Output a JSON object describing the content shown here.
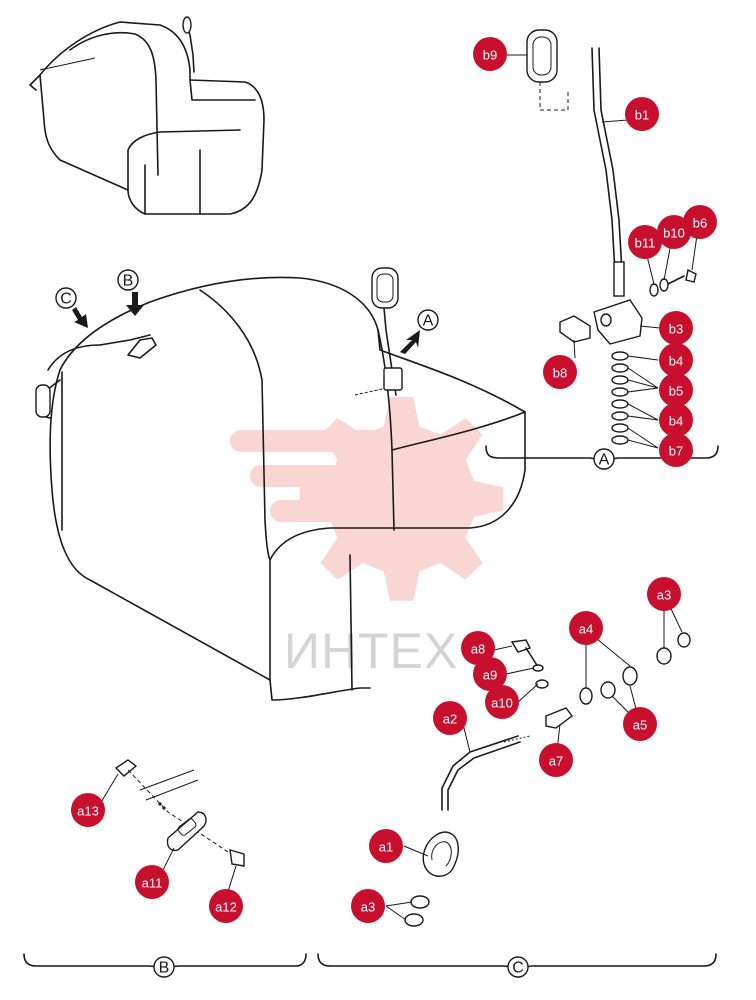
{
  "callouts": {
    "b9": "b9",
    "b1": "b1",
    "b11": "b11",
    "b10": "b10",
    "b6": "b6",
    "b3": "b3",
    "b8": "b8",
    "b4_top": "b4",
    "b5": "b5",
    "b4_bottom": "b4",
    "b7": "b7",
    "a3_top": "a3",
    "a4": "a4",
    "a8": "a8",
    "a9": "a9",
    "a10": "a10",
    "a5": "a5",
    "a2": "a2",
    "a7": "a7",
    "a1": "a1",
    "a3_bottom": "a3",
    "a13": "a13",
    "a11": "a11",
    "a12": "a12"
  },
  "views": {
    "a_arrow": "A",
    "b_arrow": "B",
    "c_arrow": "C",
    "a_section": "A",
    "b_section": "B",
    "c_section": "C"
  },
  "watermark": {
    "text": "ИНТЕХ",
    "color": "#e8463c"
  }
}
